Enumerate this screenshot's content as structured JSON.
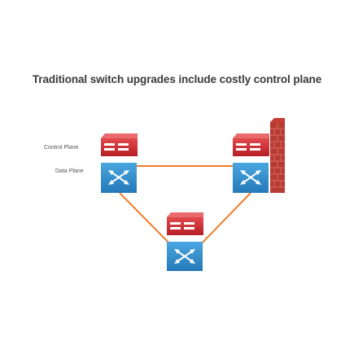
{
  "slide": {
    "title": "Traditional switch upgrades include costly control plane"
  },
  "diagram": {
    "labels": {
      "control_plane": "Control Plane",
      "data_plane": "Data Plane"
    },
    "nodes": [
      {
        "id": "switch-left",
        "icon": "router-switch-icon"
      },
      {
        "id": "switch-right",
        "icon": "router-switch-icon",
        "attached": "firewall-icon"
      },
      {
        "id": "switch-bottom",
        "icon": "router-switch-icon"
      }
    ],
    "links": [
      {
        "from": "switch-left",
        "to": "switch-right"
      },
      {
        "from": "switch-left",
        "to": "switch-bottom"
      },
      {
        "from": "switch-right",
        "to": "switch-bottom"
      }
    ],
    "colors": {
      "link": "#ef7d2a",
      "control_plane": "#c92a2f",
      "data_plane": "#2f8fce",
      "firewall": "#b73b32"
    }
  }
}
